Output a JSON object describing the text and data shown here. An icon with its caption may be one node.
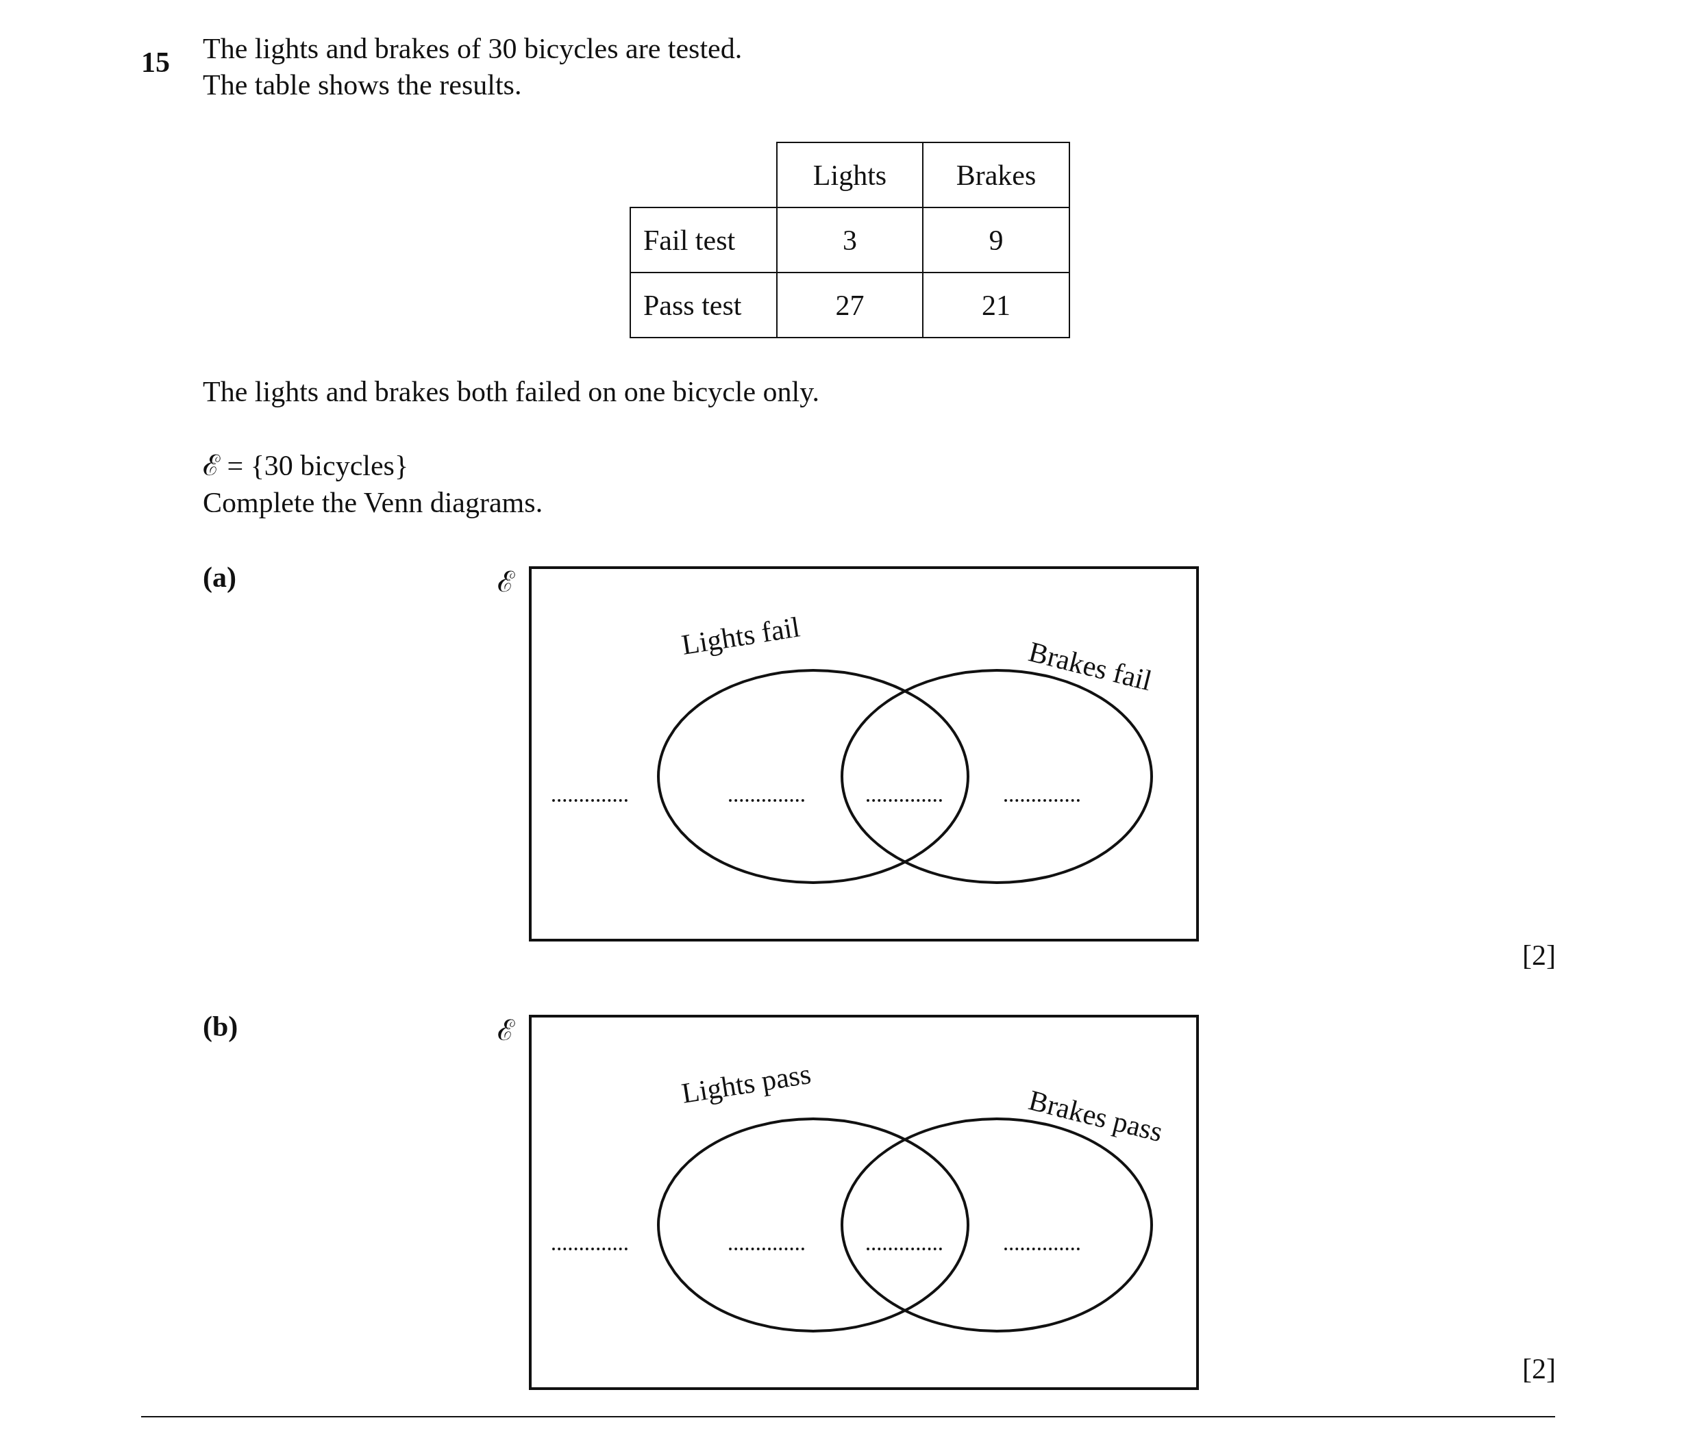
{
  "diagram": {
    "nodes": [
      {
        "text": [
          "ℰ"
        ]
      },
      {
        "text": [
          "Lights fail"
        ],
        "in": 0
      },
      {
        "text": [
          "Brakes fail"
        ],
        "in": 0
      },
      {
        "text": [
          "ℰ"
        ]
      },
      {
        "text": [
          "Lights pass"
        ],
        "in": 3
      },
      {
        "text": [
          "Brakes pass"
        ],
        "in": 3
      }
    ],
    "edges": [],
    "labels": [
      "15",
      "The lights and brakes of 30 bicycles are tested.",
      "The table shows the results.",
      "Lights",
      "Brakes",
      "Fail test",
      "3",
      "9",
      "Pass test",
      "27",
      "21",
      "The lights and brakes both failed on one bicycle only.",
      "ℰ = {30 bicycles}",
      "Complete the Venn diagrams.",
      "(a)",
      "[2]",
      "(b)",
      "[2]"
    ]
  }
}
